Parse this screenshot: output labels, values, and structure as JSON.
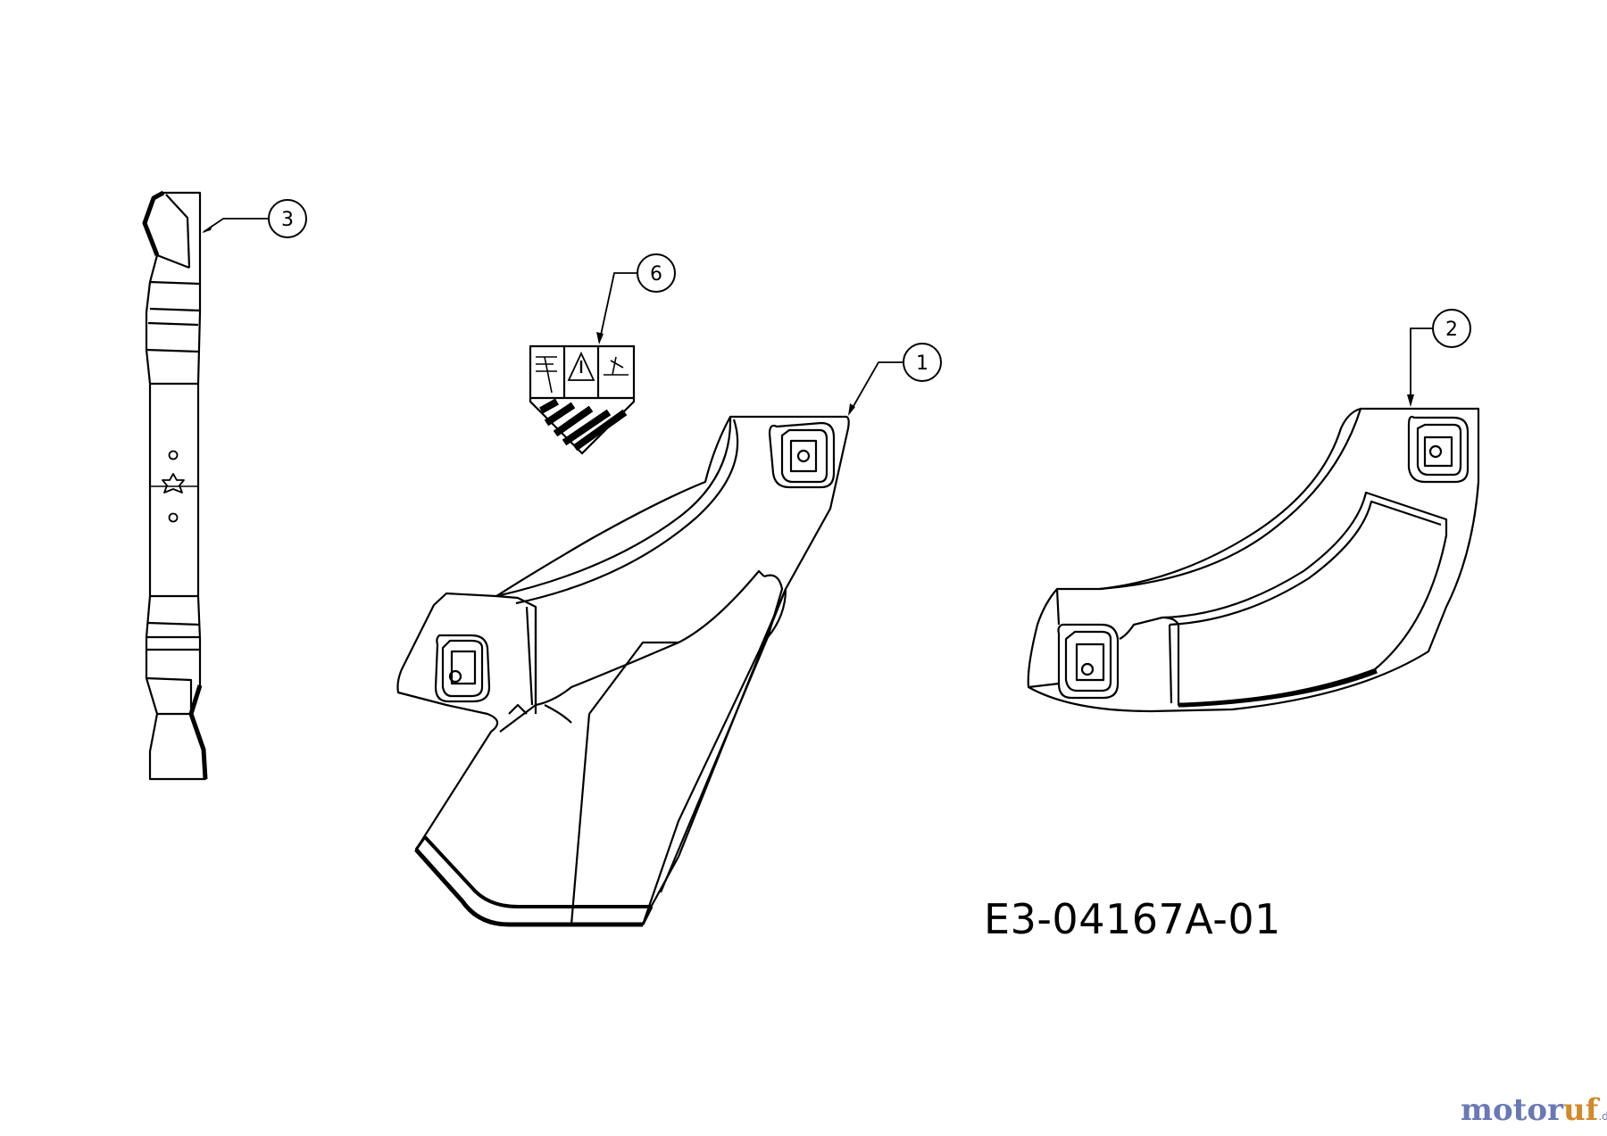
{
  "drawing_number": "E3-04167A-01",
  "watermark": {
    "part_a": "motor",
    "part_b": "uf",
    "suffix": ".de"
  },
  "callouts": [
    {
      "id": "callout-1",
      "label": "1"
    },
    {
      "id": "callout-2",
      "label": "2"
    },
    {
      "id": "callout-3",
      "label": "3"
    },
    {
      "id": "callout-6",
      "label": "6"
    }
  ],
  "parts": [
    {
      "name": "blade",
      "callout": "3"
    },
    {
      "name": "discharge-chute-deflector",
      "callout": "1"
    },
    {
      "name": "cover",
      "callout": "2"
    },
    {
      "name": "warning-label",
      "callout": "6"
    }
  ],
  "colors": {
    "line": "#000000",
    "background": "#ffffff"
  }
}
